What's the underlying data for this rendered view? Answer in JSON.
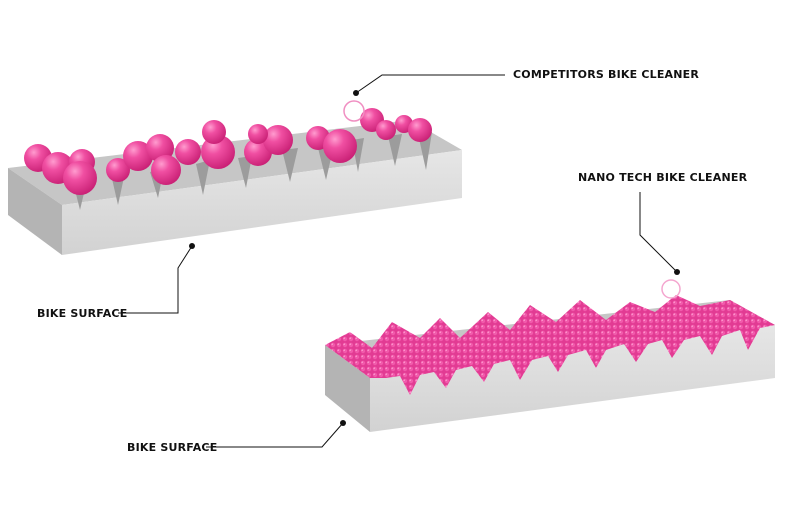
{
  "labels": {
    "competitors_cleaner": "COMPETITORS BIKE CLEANER",
    "nano_tech_cleaner": "NANO TECH BIKE CLEANER",
    "bike_surface_top": "BIKE SURFACE",
    "bike_surface_bottom": "BIKE SURFACE"
  },
  "colors": {
    "background": "#ffffff",
    "surface_top": "#c8c8c8",
    "surface_front": "#e2e2e2",
    "surface_side": "#b5b5b5",
    "cleaner_pink": "#e8338f",
    "cleaner_highlight": "#ff9ccf",
    "leader_line": "#111111"
  },
  "icons": {
    "droplet": "circle-bubble",
    "pointer": "leader-dot"
  }
}
